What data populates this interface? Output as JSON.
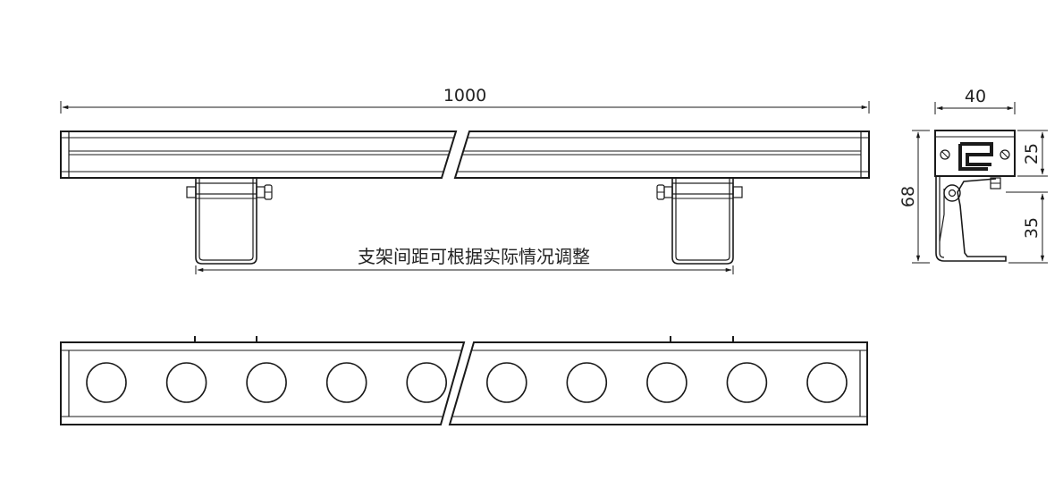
{
  "front_view": {
    "length_label": "1000",
    "bracket_note": "支架间距可根据实际情况调整"
  },
  "side_view": {
    "width_label": "40",
    "height_label": "68",
    "upper_label": "25",
    "lower_label": "35"
  },
  "led_view": {
    "led_count": 10
  },
  "colors": {
    "line": "#1a1a1a",
    "background": "#ffffff"
  }
}
